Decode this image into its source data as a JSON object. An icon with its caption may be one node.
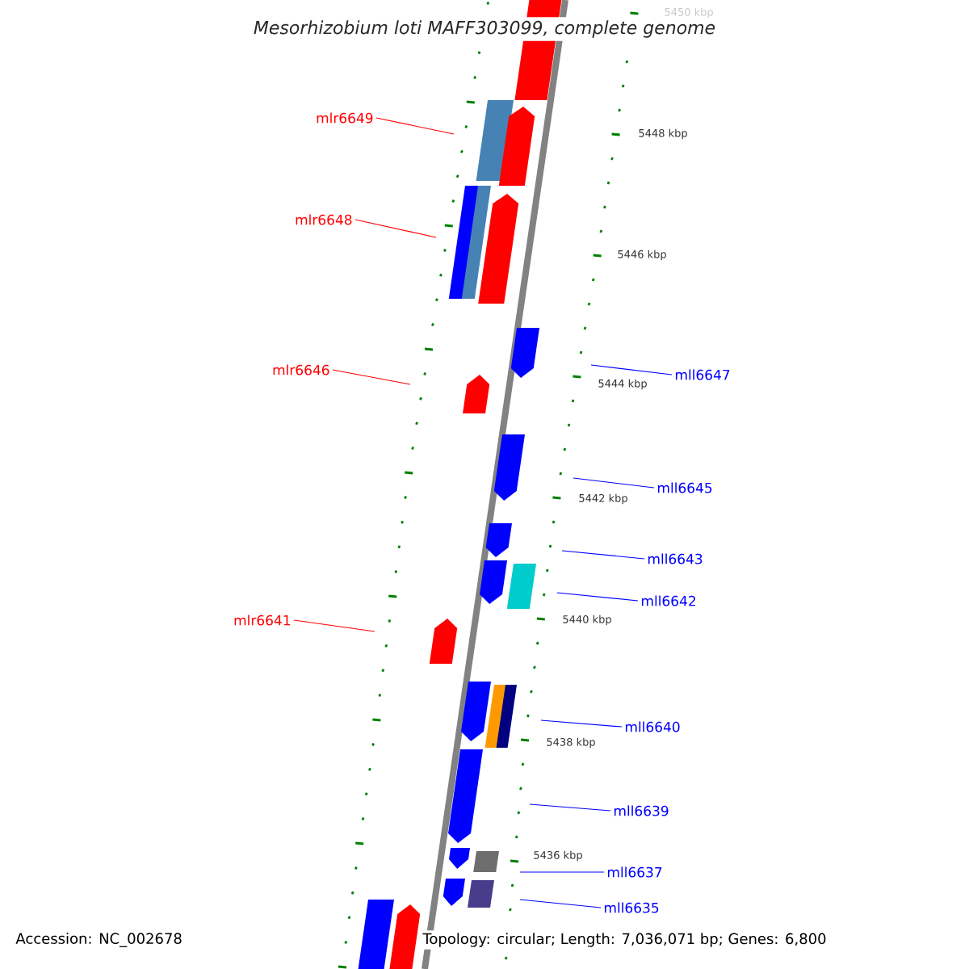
{
  "diagram": {
    "title": "Mesorhizobium loti MAFF303099, complete genome",
    "nodes": [
      {
        "text": [
          "mlr6649"
        ]
      },
      {
        "text": [
          "mlr6648"
        ]
      },
      {
        "text": [
          "mlr6646"
        ]
      },
      {
        "text": [
          "mll6647"
        ]
      },
      {
        "text": [
          "mll6645"
        ]
      },
      {
        "text": [
          "mll6643"
        ]
      },
      {
        "text": [
          "mll6642"
        ]
      },
      {
        "text": [
          "mlr6641"
        ]
      },
      {
        "text": [
          "mll6640"
        ]
      },
      {
        "text": [
          "mll6639"
        ]
      },
      {
        "text": [
          "mll6637"
        ]
      },
      {
        "text": [
          "mll6635"
        ]
      }
    ],
    "edges": [
      {
        "from": 0,
        "to": null,
        "arrow": "none",
        "color": "#ff0000"
      },
      {
        "from": 1,
        "to": null,
        "arrow": "none",
        "color": "#ff0000"
      },
      {
        "from": 2,
        "to": null,
        "arrow": "none",
        "color": "#ff0000"
      },
      {
        "from": 3,
        "to": null,
        "arrow": "none"
      },
      {
        "from": 4,
        "to": null,
        "arrow": "none"
      },
      {
        "from": 5,
        "to": null,
        "arrow": "none"
      },
      {
        "from": 6,
        "to": null,
        "arrow": "none"
      },
      {
        "from": 7,
        "to": null,
        "arrow": "none",
        "color": "#ff0000"
      },
      {
        "from": 8,
        "to": null,
        "arrow": "none"
      },
      {
        "from": 9,
        "to": null,
        "arrow": "none"
      },
      {
        "from": 10,
        "to": null,
        "arrow": "none"
      },
      {
        "from": 11,
        "to": null,
        "arrow": "none"
      }
    ],
    "labels": [
      "5450 kbp",
      "5448 kbp",
      "5446 kbp",
      "5444 kbp",
      "5442 kbp",
      "5440 kbp",
      "5438 kbp",
      "5436 kbp",
      "Accession: NC_002678",
      "Topology: circular; Length: 7,036,071 bp; Genes: 6,800"
    ]
  }
}
